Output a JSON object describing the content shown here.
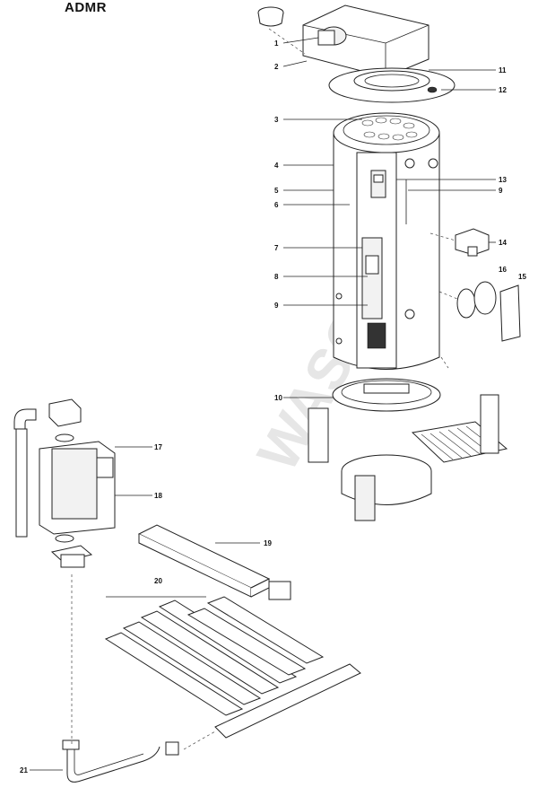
{
  "title": "ADMR",
  "callouts": [
    "1",
    "2",
    "11",
    "12",
    "3",
    "4",
    "13",
    "5",
    "9",
    "6",
    "7",
    "14",
    "16",
    "15",
    "8",
    "9",
    "10",
    "17",
    "18",
    "19",
    "20",
    "21"
  ],
  "watermark": "WASCO"
}
